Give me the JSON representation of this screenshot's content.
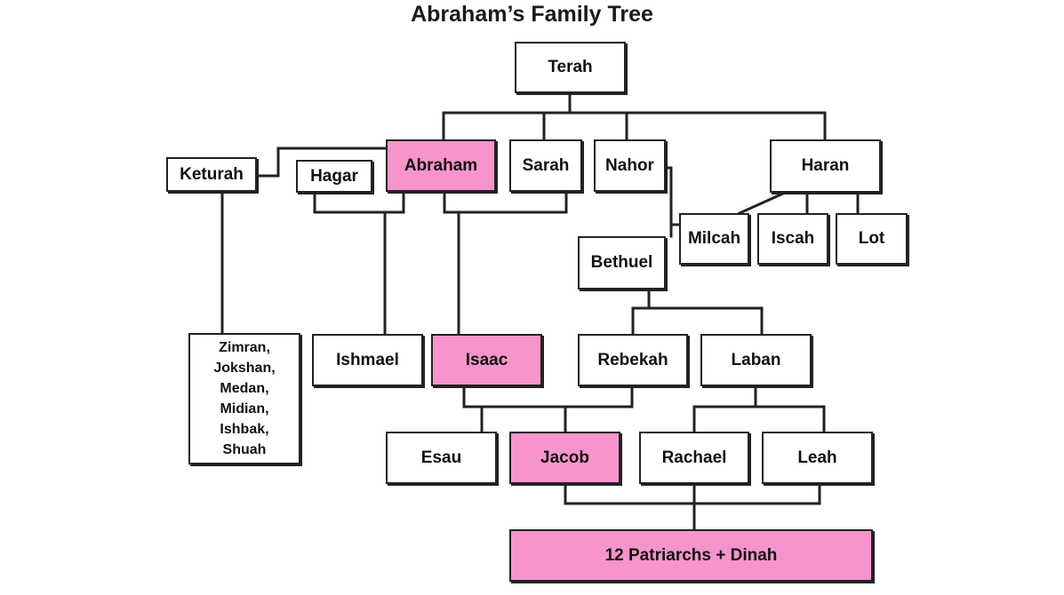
{
  "title": "Abraham’s Family Tree",
  "colors": {
    "highlight": "#f794cc",
    "line": "#222222"
  },
  "people": {
    "terah": "Terah",
    "keturah": "Keturah",
    "hagar": "Hagar",
    "abraham": "Abraham",
    "sarah": "Sarah",
    "nahor": "Nahor",
    "haran": "Haran",
    "milcah": "Milcah",
    "iscah": "Iscah",
    "lot": "Lot",
    "bethuel": "Bethuel",
    "keturah_sons": "Zimran,\nJokshan,\nMedan,\nMidian,\nIshbak,\nShuah",
    "ishmael": "Ishmael",
    "isaac": "Isaac",
    "rebekah": "Rebekah",
    "laban": "Laban",
    "esau": "Esau",
    "jacob": "Jacob",
    "rachael": "Rachael",
    "leah": "Leah",
    "patriarchs": "12 Patriarchs + Dinah"
  },
  "highlighted": [
    "abraham",
    "isaac",
    "jacob",
    "patriarchs"
  ]
}
